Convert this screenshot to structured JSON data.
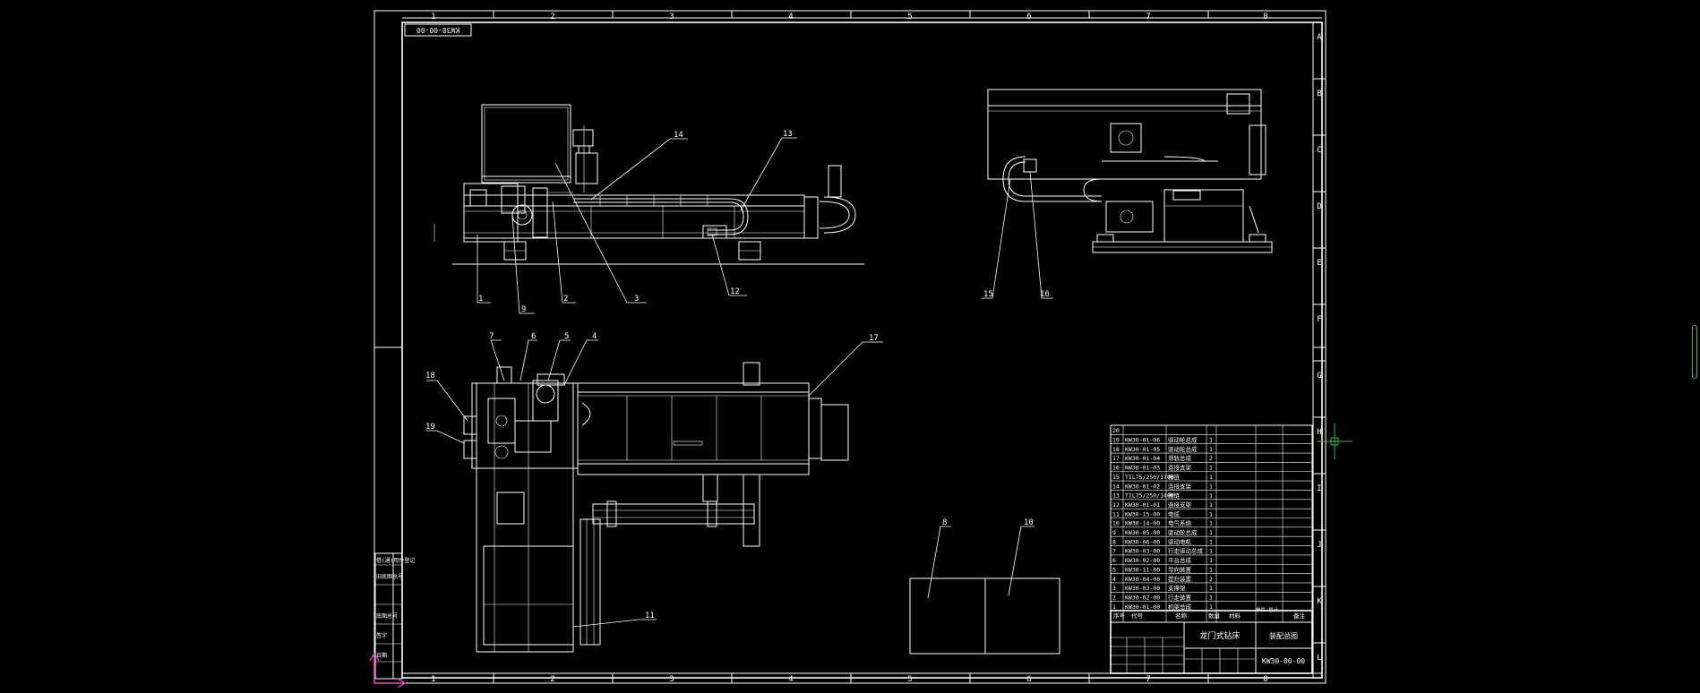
{
  "drawing": {
    "corner_code": "KW30-00-00",
    "columns": [
      "1",
      "2",
      "3",
      "4",
      "5",
      "6",
      "7",
      "8"
    ],
    "rows": [
      "A",
      "B",
      "C",
      "D",
      "E",
      "F",
      "G",
      "H",
      "I",
      "J",
      "K",
      "L"
    ],
    "balloons": [
      {
        "id": "1"
      },
      {
        "id": "9"
      },
      {
        "id": "2"
      },
      {
        "id": "3"
      },
      {
        "id": "14"
      },
      {
        "id": "13"
      },
      {
        "id": "12"
      },
      {
        "id": "15"
      },
      {
        "id": "16"
      },
      {
        "id": "7"
      },
      {
        "id": "6"
      },
      {
        "id": "5"
      },
      {
        "id": "4"
      },
      {
        "id": "17"
      },
      {
        "id": "18"
      },
      {
        "id": "19"
      },
      {
        "id": "11"
      },
      {
        "id": "8"
      },
      {
        "id": "10"
      }
    ]
  },
  "bom": {
    "rows": [
      {
        "no": "20",
        "code": "",
        "name": "",
        "qty": ""
      },
      {
        "no": "19",
        "code": "KW30-01-06",
        "name": "驱动轮总成",
        "qty": "1"
      },
      {
        "no": "18",
        "code": "KW30-01-05",
        "name": "驱动轮总成",
        "qty": "1"
      },
      {
        "no": "17",
        "code": "KW30-01-04",
        "name": "滑轨总成",
        "qty": "2"
      },
      {
        "no": "16",
        "code": "KW30-01-03",
        "name": "连接支架",
        "qty": "1"
      },
      {
        "no": "15",
        "code": "TIL75/250/1700",
        "name": "拖链",
        "qty": "1"
      },
      {
        "no": "14",
        "code": "KW30-01-02",
        "name": "连接支架",
        "qty": "1"
      },
      {
        "no": "13",
        "code": "TIL75/250/1400",
        "name": "拖链",
        "qty": "1"
      },
      {
        "no": "12",
        "code": "KW30-01-01",
        "name": "连接支架",
        "qty": "1"
      },
      {
        "no": "11",
        "code": "KW30-15-00",
        "name": "电缆",
        "qty": "1"
      },
      {
        "no": "10",
        "code": "KW30-14-00",
        "name": "电气系统",
        "qty": "1"
      },
      {
        "no": "9",
        "code": "KW30-05-00",
        "name": "驱动轮总成",
        "qty": "1"
      },
      {
        "no": "8",
        "code": "KW30-06-00",
        "name": "驱动电机",
        "qty": "1"
      },
      {
        "no": "7",
        "code": "KW30-03-00",
        "name": "行走驱动总成",
        "qty": "1"
      },
      {
        "no": "6",
        "code": "KW30-02-00",
        "name": "平台总成",
        "qty": "1"
      },
      {
        "no": "5",
        "code": "KW30-11-00",
        "name": "导向装置",
        "qty": "1"
      },
      {
        "no": "4",
        "code": "KW30-04-00",
        "name": "提升装置",
        "qty": "2"
      },
      {
        "no": "3",
        "code": "KW30-03-00",
        "name": "支撑架",
        "qty": "1"
      },
      {
        "no": "2",
        "code": "KW30-02-00",
        "name": "行走装置",
        "qty": "1"
      },
      {
        "no": "1",
        "code": "KW30-01-00",
        "name": "机架总成",
        "qty": "1"
      }
    ],
    "header": {
      "no": "序号",
      "code": "代号",
      "name": "名称",
      "qty": "数量",
      "material": "材料",
      "weight": "单件 总计",
      "note": "备注"
    }
  },
  "titleblock": {
    "product_name": "龙门式钻床",
    "drawing_title": "装配总图",
    "drawing_number": "KW30-00-00"
  },
  "side_stamps": [
    "借(通)用件登记",
    "旧底图总号",
    "底图总号",
    "签字",
    "日期"
  ],
  "colors": {
    "line": "#ffffff",
    "background": "#000000",
    "ucs_icon": "#ff3fd4",
    "cursor": "#2fbf4f"
  }
}
